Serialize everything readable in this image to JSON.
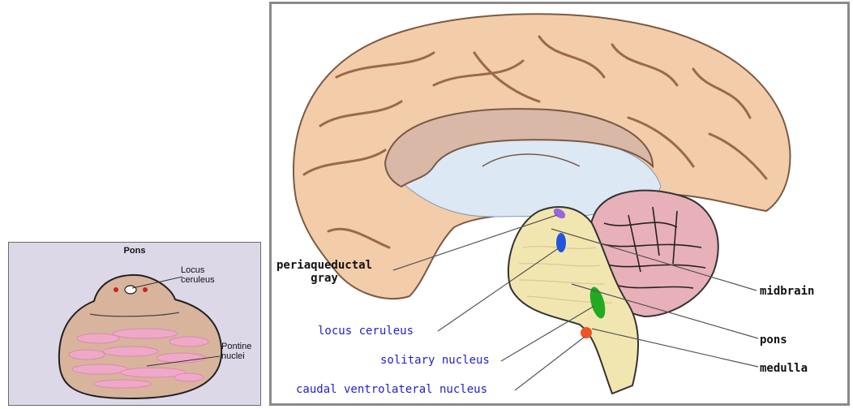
{
  "pons_panel": {
    "title": "Pons",
    "labels": {
      "locus_ceruleus": "Locus\nceruleus",
      "pontine_nuclei": "Pontine\nnuclei"
    },
    "colors": {
      "background": "#ddd8e8",
      "tissue": "#d8b49c",
      "nuclei": "#f0a8c8",
      "marker": "#cc2222"
    }
  },
  "brain_panel": {
    "labels": {
      "periaqueductal_gray": "periaqueductal\ngray",
      "locus_ceruleus": "locus ceruleus",
      "solitary_nucleus": "solitary nucleus",
      "caudal_ventrolateral_nucleus": "caudal ventrolateral nucleus",
      "midbrain": "midbrain",
      "pons": "pons",
      "medulla": "medulla"
    },
    "colors": {
      "cortex": "#f3ccaa",
      "corpus_callosum": "#d9b8a8",
      "ventricle": "#dce8f4",
      "cerebellum": "#e8b0b8",
      "brainstem": "#f2e6b0",
      "periaqueductal_gray": "#9966dd",
      "locus_ceruleus": "#2255dd",
      "solitary_nucleus": "#22aa22",
      "caudal_ventrolateral_nucleus": "#ee5522",
      "blue_label": "#2222cc"
    }
  }
}
